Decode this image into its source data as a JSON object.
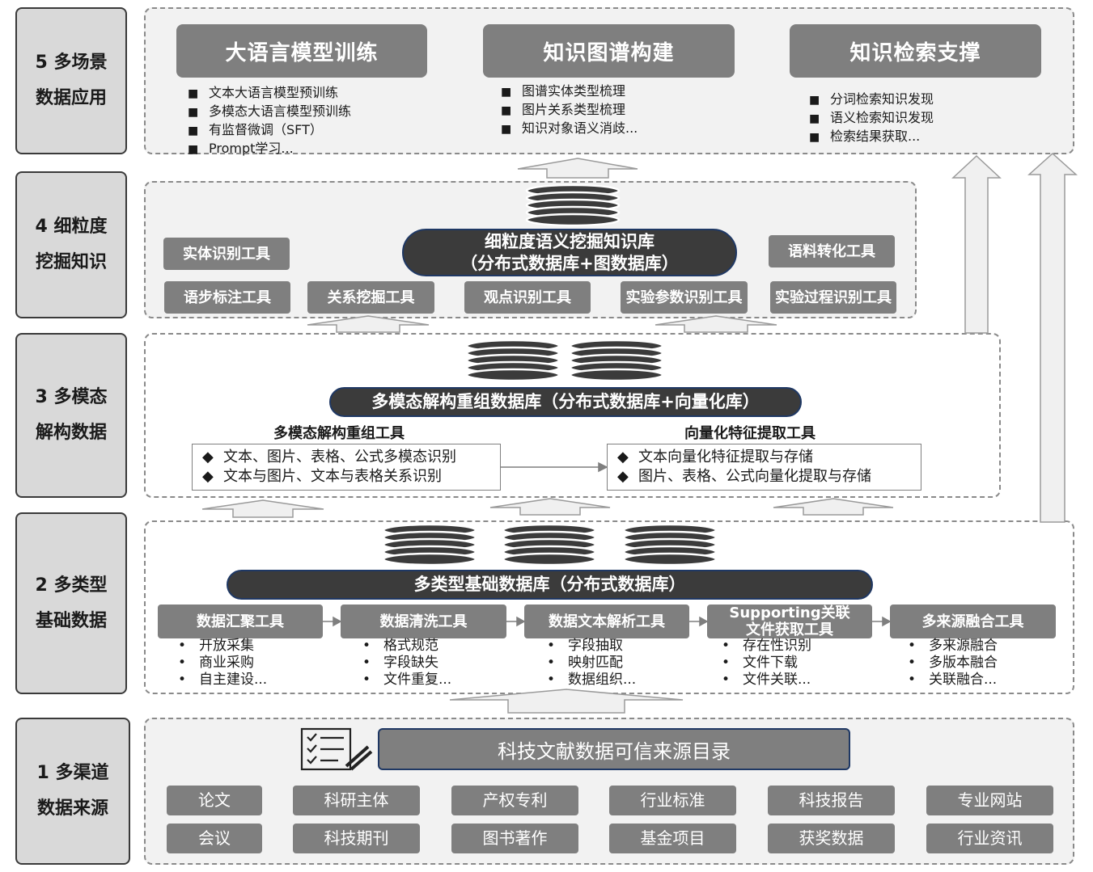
{
  "layers": [
    {
      "num": "5",
      "line1": "多场景",
      "line2": "数据应用"
    },
    {
      "num": "4",
      "line1": "细粒度",
      "line2": "挖掘知识"
    },
    {
      "num": "3",
      "line1": "多模态",
      "line2": "解构数据"
    },
    {
      "num": "2",
      "line1": "多类型",
      "line2": "基础数据"
    },
    {
      "num": "1",
      "line1": "多渠道",
      "line2": "数据来源"
    }
  ],
  "apps": [
    {
      "title": "大语言模型训练",
      "items": [
        "文本大语言模型预训练",
        "多模态大语言模型预训练",
        "有监督微调（SFT）",
        "Prompt学习..."
      ]
    },
    {
      "title": "知识图谱构建",
      "items": [
        "图谱实体类型梳理",
        "图片关系类型梳理",
        "知识对象语义消歧..."
      ]
    },
    {
      "title": "知识检索支撑",
      "items": [
        "分词检索知识发现",
        "语义检索知识发现",
        "检索结果获取..."
      ]
    }
  ],
  "knowledge": {
    "db_line1": "细粒度语义挖掘知识库",
    "db_line2": "（分布式数据库+图数据库）",
    "tools": [
      "实体识别工具",
      "语料转化工具",
      "语步标注工具",
      "关系挖掘工具",
      "观点识别工具",
      "实验参数识别工具",
      "实验过程识别工具"
    ]
  },
  "multimodal": {
    "db": "多模态解构重组数据库（分布式数据库+向量化库）",
    "left_head": "多模态解构重组工具",
    "left_items": [
      "文本、图片、表格、公式多模态识别",
      "文本与图片、文本与表格关系识别"
    ],
    "right_head": "向量化特征提取工具",
    "right_items": [
      "文本向量化特征提取与存储",
      "图片、表格、公式向量化提取与存储"
    ]
  },
  "base": {
    "db": "多类型基础数据库（分布式数据库）",
    "tools": [
      {
        "name": "数据汇聚工具",
        "items": [
          "开放采集",
          "商业采购",
          "自主建设..."
        ]
      },
      {
        "name": "数据清洗工具",
        "items": [
          "格式规范",
          "字段缺失",
          "文件重复..."
        ]
      },
      {
        "name": "数据文本解析工具",
        "items": [
          "字段抽取",
          "映射匹配",
          "数据组织..."
        ]
      },
      {
        "name": "Supporting关联文件获取工具",
        "items": [
          "存在性识别",
          "文件下载",
          "文件关联..."
        ]
      },
      {
        "name": "多来源融合工具",
        "items": [
          "多来源融合",
          "多版本融合",
          "关联融合..."
        ]
      }
    ]
  },
  "sources": {
    "title": "科技文献数据可信来源目录",
    "row1": [
      "论文",
      "科研主体",
      "产权专利",
      "行业标准",
      "科技报告",
      "专业网站"
    ],
    "row2": [
      "会议",
      "科技期刊",
      "图书著作",
      "基金项目",
      "获奖数据",
      "行业资讯"
    ]
  },
  "colors": {
    "tool_gray": "#7f7f7f",
    "db_dark": "#3b3b3b",
    "panel_bg": "#f2f2f2",
    "border_blue": "#1f3864"
  }
}
